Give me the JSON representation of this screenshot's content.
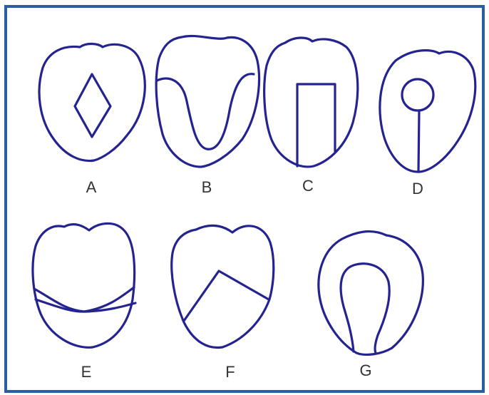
{
  "colors": {
    "border": "#2b5e9e",
    "ink": "#25238f",
    "label": "#333333",
    "background": "#ffffff"
  },
  "figures": [
    {
      "id": "A",
      "label": "A"
    },
    {
      "id": "B",
      "label": "B"
    },
    {
      "id": "C",
      "label": "C"
    },
    {
      "id": "D",
      "label": "D"
    },
    {
      "id": "E",
      "label": "E"
    },
    {
      "id": "F",
      "label": "F"
    },
    {
      "id": "G",
      "label": "G"
    }
  ]
}
